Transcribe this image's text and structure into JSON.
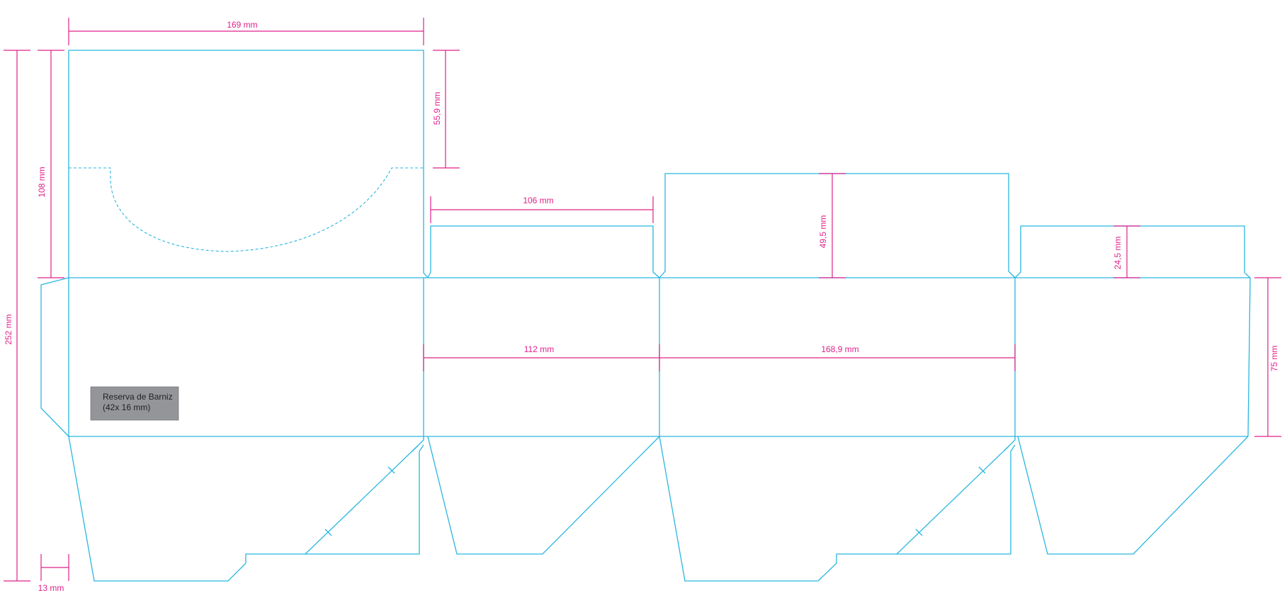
{
  "colors": {
    "cut_line": "#29b6e0",
    "dimension": "#e0218a",
    "varnish_box": "#939598",
    "background": "#ffffff"
  },
  "dimensions": {
    "width_top_panel": "169 mm",
    "height_top_flap": "55,9 mm",
    "height_lid": "108 mm",
    "total_height": "252 mm",
    "width_tab_1": "106 mm",
    "height_tab_2": "49,5 mm",
    "height_tab_3": "24,5 mm",
    "width_side_panel": "112 mm",
    "width_back_panel": "168,9 mm",
    "height_body": "75 mm",
    "width_glue_flap": "13 mm"
  },
  "varnish_box": {
    "line1": "Reserva de Barniz",
    "line2": "(42x 16 mm)"
  }
}
